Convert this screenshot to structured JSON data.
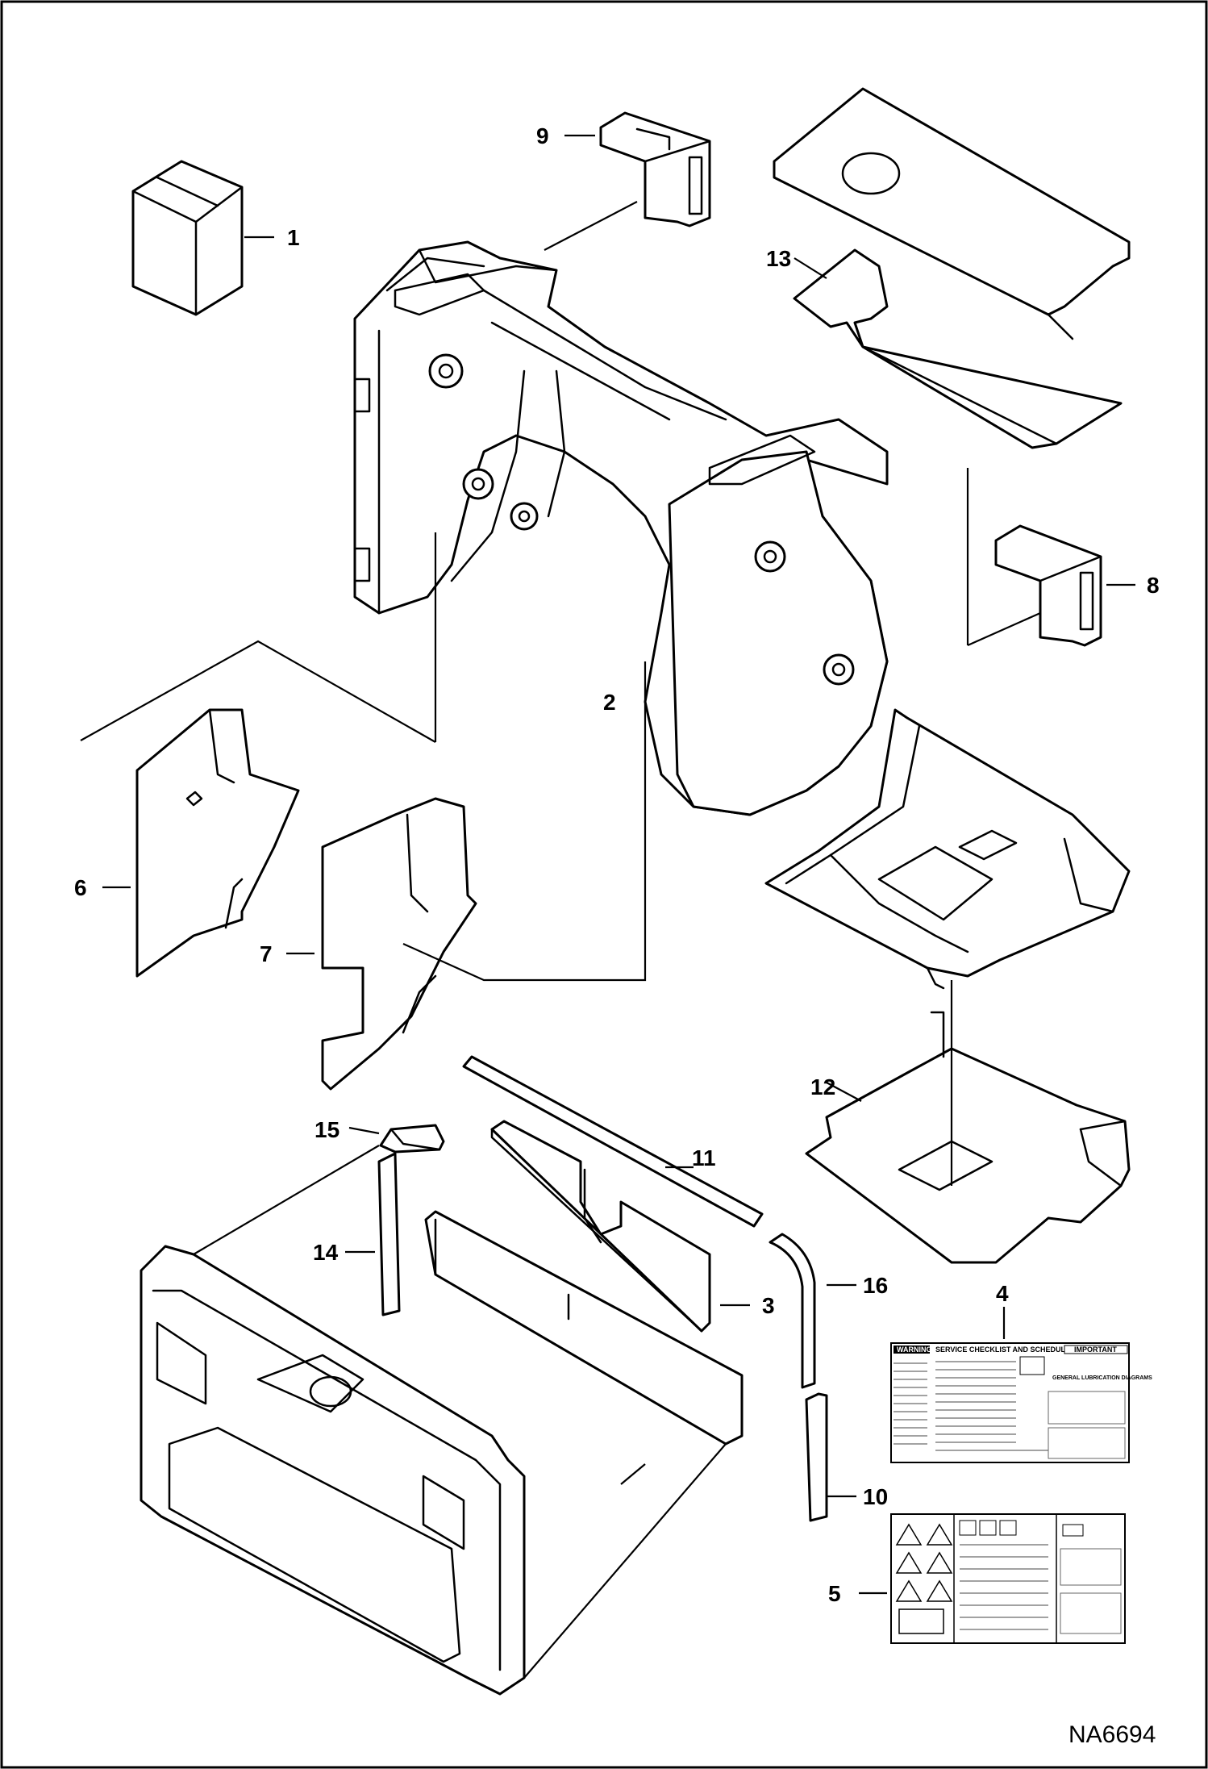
{
  "diagram": {
    "figure_id": "NA6694",
    "callouts": [
      {
        "id": "callout-1",
        "label": "1"
      },
      {
        "id": "callout-2",
        "label": "2"
      },
      {
        "id": "callout-3",
        "label": "3"
      },
      {
        "id": "callout-4",
        "label": "4"
      },
      {
        "id": "callout-5",
        "label": "5"
      },
      {
        "id": "callout-6",
        "label": "6"
      },
      {
        "id": "callout-7",
        "label": "7"
      },
      {
        "id": "callout-8",
        "label": "8"
      },
      {
        "id": "callout-9",
        "label": "9"
      },
      {
        "id": "callout-10",
        "label": "10"
      },
      {
        "id": "callout-11",
        "label": "11"
      },
      {
        "id": "callout-12",
        "label": "12"
      },
      {
        "id": "callout-13",
        "label": "13"
      },
      {
        "id": "callout-14",
        "label": "14"
      },
      {
        "id": "callout-15",
        "label": "15"
      },
      {
        "id": "callout-16",
        "label": "16"
      }
    ],
    "decal_4": {
      "warning_label": "WARNING",
      "schedule_label": "SERVICE CHECKLIST AND SCHEDULE",
      "important_label": "IMPORTANT",
      "lubrication_label": "GENERAL LUBRICATION DIAGRAMS"
    }
  }
}
